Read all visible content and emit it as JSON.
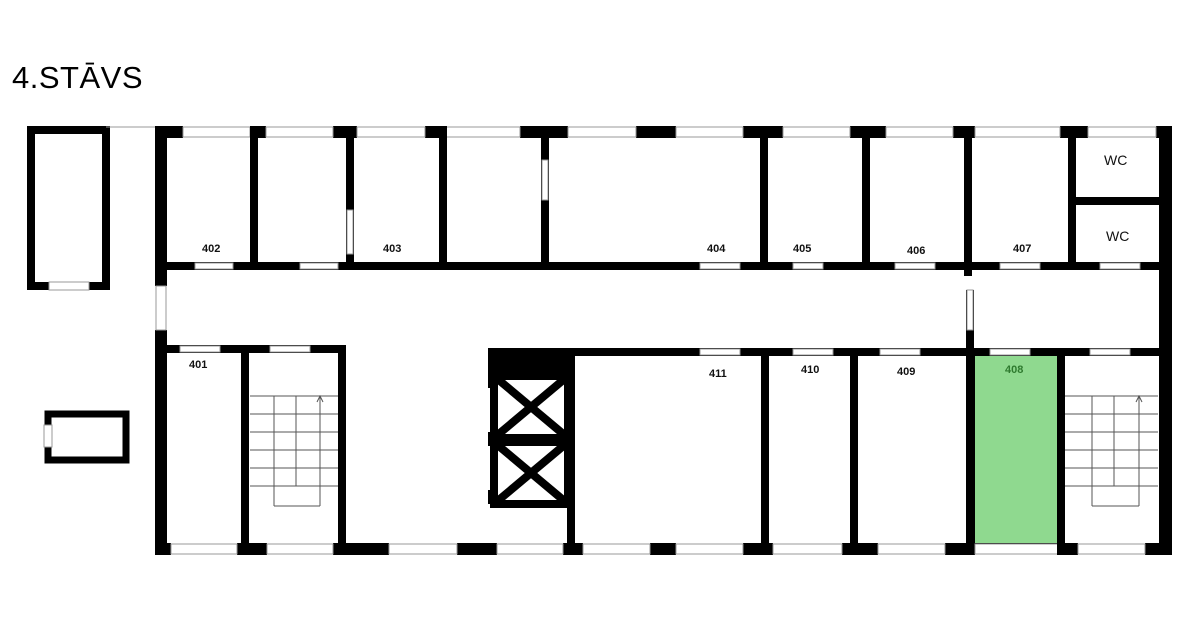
{
  "floor": {
    "title": "4.STĀVS",
    "highlight_color": "#8fd98f",
    "wall_color": "#000000",
    "highlighted_room": "408"
  },
  "rooms": {
    "r401": "401",
    "r402": "402",
    "r403": "403",
    "r404": "404",
    "r405": "405",
    "r406": "406",
    "r407": "407",
    "r408": "408",
    "r409": "409",
    "r410": "410",
    "r411": "411",
    "wc1": "WC",
    "wc2": "WC"
  }
}
